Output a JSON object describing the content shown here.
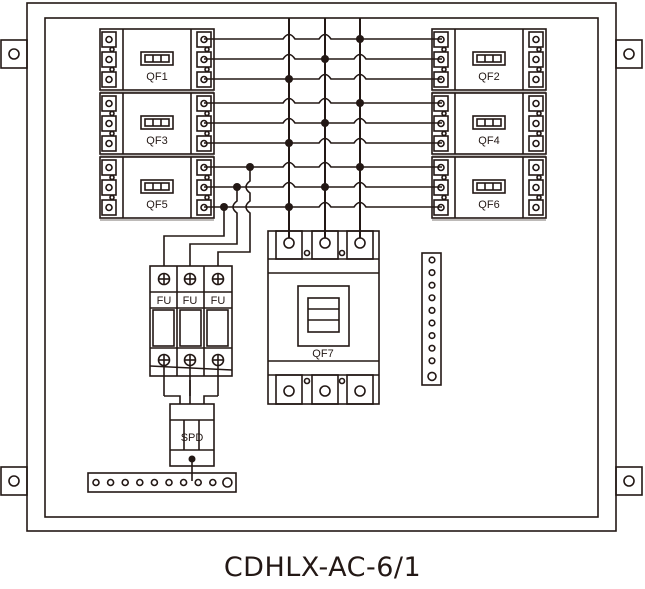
{
  "title": "CDHLX-AC-6/1",
  "colors": {
    "line": "#231815",
    "background": "#ffffff"
  },
  "breakers": [
    {
      "id": "QF1",
      "label": "QF1",
      "side": "left"
    },
    {
      "id": "QF2",
      "label": "QF2",
      "side": "right"
    },
    {
      "id": "QF3",
      "label": "QF3",
      "side": "left"
    },
    {
      "id": "QF4",
      "label": "QF4",
      "side": "right"
    },
    {
      "id": "QF5",
      "label": "QF5",
      "side": "left"
    },
    {
      "id": "QF6",
      "label": "QF6",
      "side": "right"
    }
  ],
  "main_breaker": {
    "id": "QF7",
    "label": "QF7"
  },
  "fuses": [
    {
      "label": "FU"
    },
    {
      "label": "FU"
    },
    {
      "label": "FU"
    }
  ],
  "spd": {
    "label": "SPD"
  },
  "ground_bar": {
    "terminal_count": 10
  },
  "neutral_bar": {
    "terminal_count": 10
  }
}
